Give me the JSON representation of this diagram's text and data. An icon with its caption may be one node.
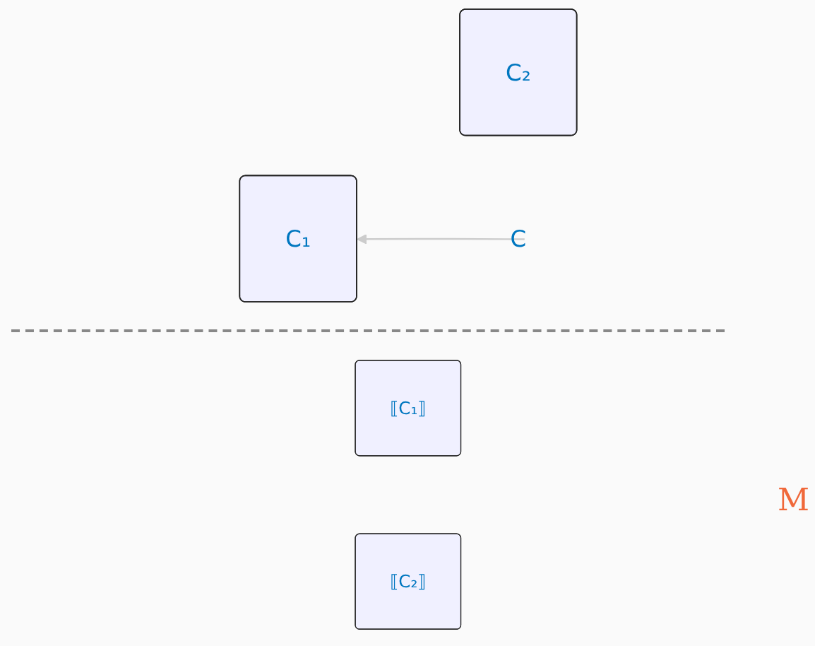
{
  "diagram": {
    "nodes": [
      {
        "text": [
          "C₁"
        ]
      },
      {
        "text": [
          "C₂"
        ]
      },
      {
        "text": [
          "C"
        ]
      },
      {
        "text": [
          "⟦C₁⟧"
        ]
      },
      {
        "text": [
          "⟦C₂⟧"
        ]
      }
    ],
    "edges": [
      {
        "from": 2,
        "to": 0,
        "arrow": "to"
      }
    ],
    "labels": [
      "M"
    ]
  }
}
